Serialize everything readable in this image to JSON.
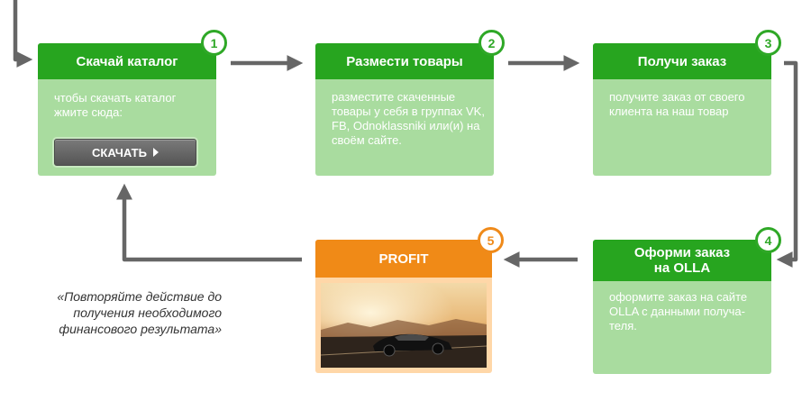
{
  "steps": [
    {
      "number": "1",
      "title": "Скачай каталог",
      "text": "чтобы скачать каталог жмите сюда:",
      "button_label": "СКАЧАТЬ"
    },
    {
      "number": "2",
      "title": "Размести товары",
      "text": "разместите скаченные товары у себя в группах VK, FB, Odnoklassniki или(и) на своём сайте."
    },
    {
      "number": "3",
      "title": "Получи заказ",
      "text": "получите заказ от своего клиента на наш товар"
    },
    {
      "number": "4",
      "title_line1": "Оформи заказ",
      "title_line2": "на OLLA",
      "text": "оформите заказ на сайте OLLA с данными получа-теля."
    },
    {
      "number": "5",
      "title": "PROFIT"
    }
  ],
  "quote": "«Повторяйте действие до получения необходимого финансового результата»",
  "colors": {
    "step_header": "#27a51f",
    "step_body": "#a9dc9f",
    "profit_header": "#f08a17",
    "profit_body": "#ffd7a8",
    "arrow": "#666666"
  }
}
